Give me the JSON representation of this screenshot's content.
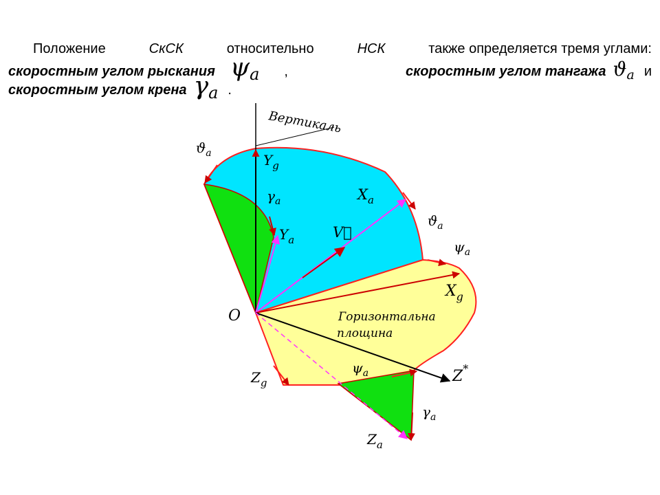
{
  "text": {
    "line1": {
      "w1": "Положение",
      "w2": "СкСК",
      "w3": "относительно",
      "w4": "НСК",
      "w5": "также определяется тремя углами:"
    },
    "line2": {
      "phrase1": "скоростным углом рыскания",
      "sym1": "ψ",
      "sub1": "a",
      "comma": ",",
      "phrase2": "скоростным углом тангажа",
      "sym2": "ϑ",
      "sub2": "a",
      "conj": "и"
    },
    "line3": {
      "phrase": "скоростным углом крена",
      "sym": "γ",
      "sub": "a",
      "period": "."
    }
  },
  "diagram": {
    "vertical_label": "Вертикаль",
    "horizontal_plane_line1": "Горизонтальна",
    "horizontal_plane_line2": "площина",
    "origin": "O",
    "labels": {
      "theta_a_left": {
        "base": "ϑ",
        "sub": "a"
      },
      "Yg": {
        "base": "Y",
        "sub": "g"
      },
      "gamma_a_top": {
        "base": "γ",
        "sub": "a"
      },
      "Ya": {
        "base": "Y",
        "sub": "a"
      },
      "V": {
        "base": "V⃗",
        "sub": ""
      },
      "Xa": {
        "base": "X",
        "sub": "a"
      },
      "theta_a_right": {
        "base": "ϑ",
        "sub": "a"
      },
      "psi_a_right": {
        "base": "ψ",
        "sub": "a"
      },
      "Xg": {
        "base": "X",
        "sub": "g"
      },
      "Zstar": {
        "base": "Z",
        "sup": "*"
      },
      "psi_a_bottom": {
        "base": "ψ",
        "sub": "a"
      },
      "Zg": {
        "base": "Z",
        "sub": "g"
      },
      "gamma_a_bottom": {
        "base": "γ",
        "sub": "a"
      },
      "Za": {
        "base": "Z",
        "sub": "a"
      }
    },
    "colors": {
      "cyan": "#00e5ff",
      "green": "#10e010",
      "yellow": "#ffff99",
      "arc_red": "#ff2020",
      "arrow_red": "#cc0000",
      "magenta": "#ff33ff",
      "black": "#000000"
    }
  }
}
